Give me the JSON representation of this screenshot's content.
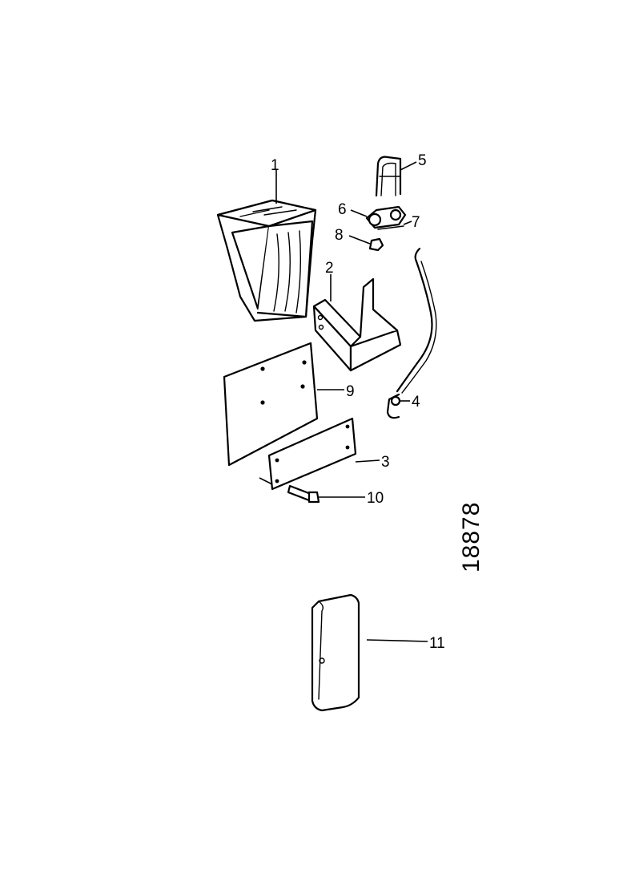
{
  "drawing_number": "18878",
  "callouts": {
    "c1": "1",
    "c2": "2",
    "c3": "3",
    "c4": "4",
    "c5": "5",
    "c6": "6",
    "c7": "7",
    "c8": "8",
    "c9": "9",
    "c10": "10",
    "c11": "11"
  },
  "colors": {
    "ink": "#000000",
    "paper": "#ffffff"
  }
}
